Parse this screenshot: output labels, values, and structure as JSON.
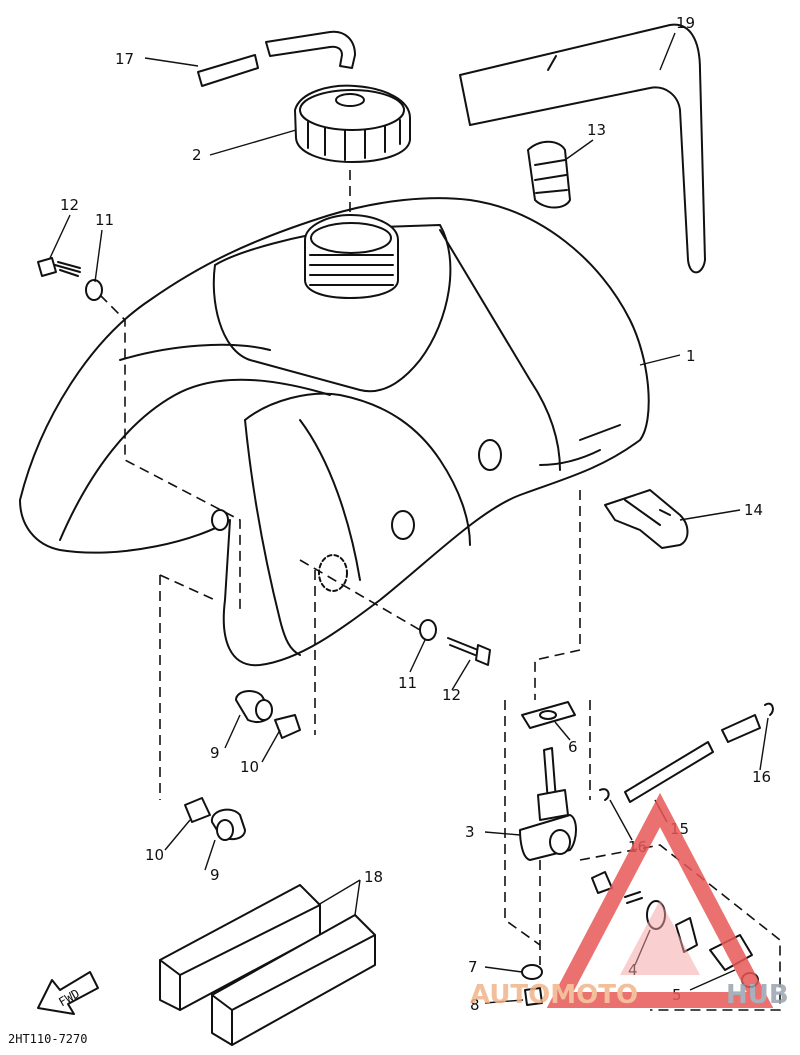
{
  "diagram": {
    "drawing_code": "2HT110-7270",
    "fwd_label": "FWD",
    "watermark": {
      "part1": "AUTOMOTO",
      "part2": "HUB"
    },
    "callouts": [
      "1",
      "2",
      "3",
      "4",
      "5",
      "6",
      "7",
      "8",
      "9",
      "9",
      "10",
      "10",
      "11",
      "11",
      "12",
      "12",
      "13",
      "14",
      "15",
      "16",
      "16",
      "17",
      "18",
      "19"
    ]
  }
}
